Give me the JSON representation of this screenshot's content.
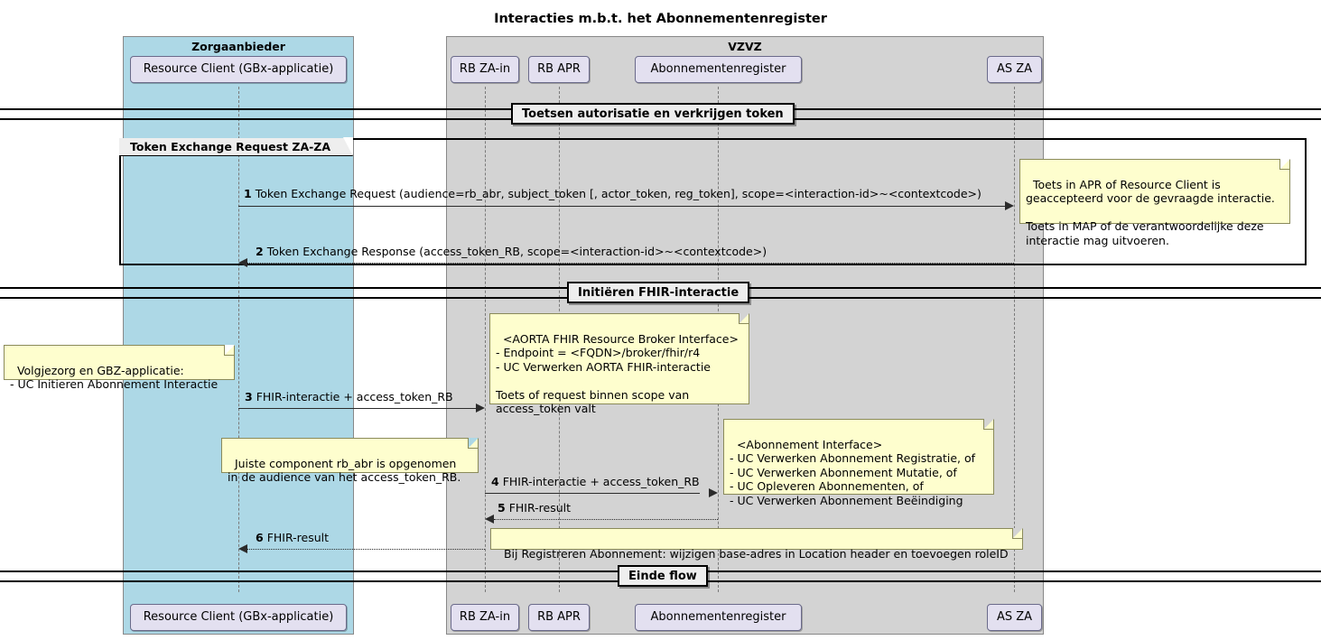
{
  "title": "Interacties m.b.t. het Abonnementenregister",
  "groups": [
    {
      "name": "Zorgaanbieder",
      "color": "#ADD8E6"
    },
    {
      "name": "VZVZ",
      "color": "#D3D3D3"
    }
  ],
  "participants": [
    {
      "id": "rc",
      "label": "Resource Client (GBx-applicatie)"
    },
    {
      "id": "rbza",
      "label": "RB ZA-in"
    },
    {
      "id": "rbapr",
      "label": "RB APR"
    },
    {
      "id": "abr",
      "label": "Abonnementenregister"
    },
    {
      "id": "asza",
      "label": "AS ZA"
    }
  ],
  "dividers": [
    {
      "id": "d1",
      "label": "Toetsen autorisatie en verkrijgen token"
    },
    {
      "id": "d2",
      "label": "Initiëren FHIR-interactie"
    },
    {
      "id": "d3",
      "label": "Einde flow"
    }
  ],
  "frame": {
    "label": "Token Exchange Request ZA-ZA"
  },
  "messages": [
    {
      "num": "1",
      "text": "Token Exchange Request (audience=rb_abr, subject_token [, actor_token, reg_token], scope=<interaction-id>~<contextcode>)",
      "style": "solid",
      "dir": "right"
    },
    {
      "num": "2",
      "text": "Token Exchange Response (access_token_RB, scope=<interaction-id>~<contextcode>)",
      "style": "dotted",
      "dir": "left"
    },
    {
      "num": "3",
      "text": "FHIR-interactie + access_token_RB",
      "style": "solid",
      "dir": "right"
    },
    {
      "num": "4",
      "text": "FHIR-interactie + access_token_RB",
      "style": "solid",
      "dir": "right"
    },
    {
      "num": "5",
      "text": "FHIR-result",
      "style": "dotted",
      "dir": "left"
    },
    {
      "num": "6",
      "text": "FHIR-result",
      "style": "dotted",
      "dir": "left"
    }
  ],
  "notes": [
    {
      "id": "n1",
      "text": "Toets in APR of Resource Client is\ngeaccepteerd voor de gevraagde interactie.\n\nToets in MAP of de verantwoordelijke deze\ninteractie mag uitvoeren."
    },
    {
      "id": "n2",
      "text": "Volgjezorg en GBZ-applicatie:\n- UC Initieren Abonnement Interactie"
    },
    {
      "id": "n3",
      "text": "<AORTA FHIR Resource Broker Interface>\n- Endpoint = <FQDN>/broker/fhir/r4\n- UC Verwerken AORTA FHIR-interactie\n\nToets of request binnen scope van\naccess_token valt"
    },
    {
      "id": "n4",
      "text": "<Abonnement Interface>\n- UC Verwerken Abonnement Registratie, of\n- UC Verwerken Abonnement Mutatie, of\n- UC Opleveren Abonnementen, of\n- UC Verwerken Abonnement Beëindiging"
    },
    {
      "id": "n5",
      "text": "Juiste component rb_abr is opgenomen\nin de audience van het access_token_RB."
    },
    {
      "id": "n6",
      "text": "Bij Registreren Abonnement: wijzigen base-adres in Location header en toevoegen roleID"
    }
  ]
}
